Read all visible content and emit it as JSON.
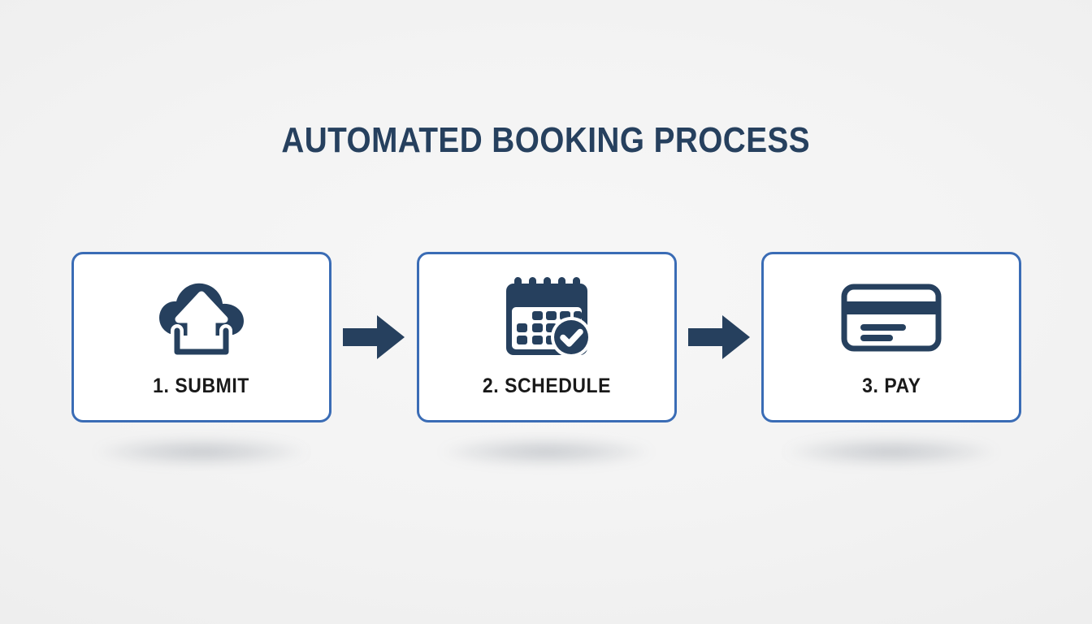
{
  "page": {
    "title": "AUTOMATED BOOKING PROCESS",
    "background_color": "#f3f3f3",
    "accent_border_color": "#3a6cb5",
    "icon_color": "#26405e",
    "label_color": "#191919"
  },
  "steps": [
    {
      "label": "1. SUBMIT",
      "icon": "cloud-upload-icon"
    },
    {
      "label": "2. SCHEDULE",
      "icon": "calendar-check-icon"
    },
    {
      "label": "3. PAY",
      "icon": "credit-card-icon"
    }
  ],
  "connectors": [
    {
      "icon": "arrow-right-icon"
    },
    {
      "icon": "arrow-right-icon"
    }
  ]
}
